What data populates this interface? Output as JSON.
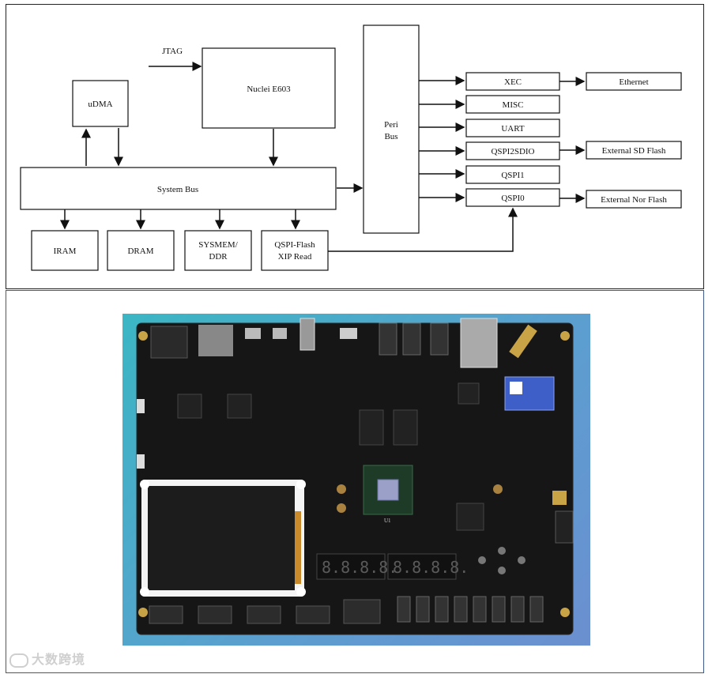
{
  "diagram": {
    "labels": {
      "jtag": "JTAG",
      "core": "Nuclei E603",
      "udma": "uDMA",
      "peri_bus_line1": "Peri",
      "peri_bus_line2": "Bus",
      "system_bus": "System Bus",
      "iram": "IRAM",
      "dram": "DRAM",
      "sysmem_line1": "SYSMEM/",
      "sysmem_line2": "DDR",
      "qspi_flash_line1": "QSPI-Flash",
      "qspi_flash_line2": "XIP Read",
      "xec": "XEC",
      "misc": "MISC",
      "uart": "UART",
      "qspi2sdio": "QSPI2SDIO",
      "qspi1": "QSPI1",
      "qspi0": "QSPI0",
      "ethernet": "Ethernet",
      "external_sd_flash": "External SD Flash",
      "external_nor_flash": "External Nor Flash"
    }
  },
  "photo": {
    "seg_display_left": "8.8.8.8.",
    "seg_display_right": "8.8.8.8.",
    "chip_label": "U1"
  },
  "watermark": "大数跨境",
  "colors": {
    "photo_bg_start": "#3bb6c4",
    "photo_bg_end": "#6b8fd0",
    "board": "#161616",
    "lcd": "#1c1c1c",
    "seg_led": "#3a3a3a"
  }
}
